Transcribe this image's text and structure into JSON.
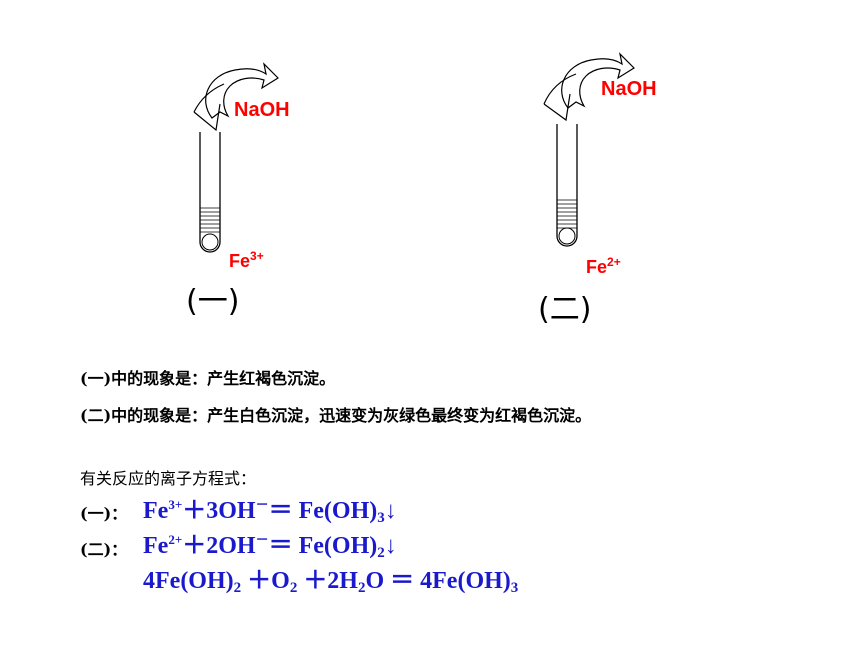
{
  "exp1": {
    "reagent": "NaOH",
    "ion": "Fe",
    "ion_charge": "3+",
    "caption": "(一)"
  },
  "exp2": {
    "reagent": "NaOH",
    "ion": "Fe",
    "ion_charge": "2+",
    "caption": "(二)"
  },
  "observations": [
    "(一)中的现象是：产生红褐色沉淀。",
    "(二)中的现象是：产生白色沉淀，迅速变为灰绿色最终变为红褐色沉淀。"
  ],
  "equations_heading": "有关反应的离子方程式：",
  "equations": {
    "label1": "(一)：",
    "label2": "(二)：",
    "eq1": {
      "fe": "Fe",
      "charge": "3+",
      "mid": "＋3OH",
      "neg": "－",
      "eqsign": "＝ Fe(OH)",
      "sub": "3",
      "arrow": "↓"
    },
    "eq2": {
      "fe": "Fe",
      "charge": "2+",
      "mid": "＋2OH",
      "neg": "－",
      "eqsign": "＝ Fe(OH)",
      "sub": "2",
      "arrow": "↓"
    },
    "eq3": {
      "a": "4Fe(OH)",
      "a_sub": "2",
      "b": " ＋O",
      "b_sub": "2",
      "c": " ＋2H",
      "c_sub": "2",
      "d": "O ＝ 4Fe(OH)",
      "d_sub": "3"
    }
  },
  "colors": {
    "reagent": "#ff0000",
    "equation": "#1a1acc"
  }
}
